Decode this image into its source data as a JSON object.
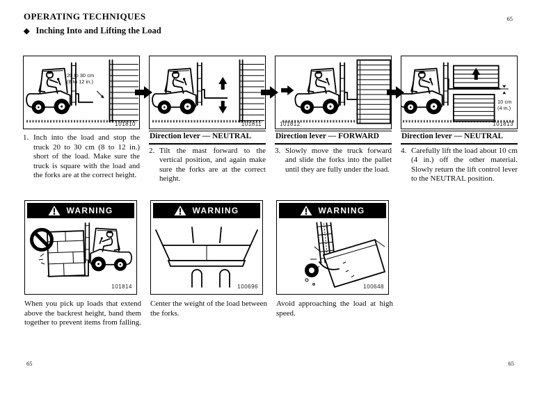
{
  "page": {
    "title": "OPERATING TECHNIQUES",
    "bullet": "◆",
    "section_title": "Inching Into and Lifting the Load",
    "page_number_top_right": "65",
    "page_number_bottom_left": "65",
    "page_number_bottom_right": "65"
  },
  "steps": [
    {
      "figure_number": "101810",
      "label_line1": "20 to 30 cm",
      "label_line2": "(8 to 12 in.)",
      "number": "1.",
      "caption": "Inch into the load and stop the truck 20 to 30 cm (8 to 12 in.) short of the load. Make sure the truck is square with the load and the forks are at the correct height."
    },
    {
      "figure_number": "101811",
      "heading": "Direction lever — NEUTRAL",
      "number": "2.",
      "caption": "Tilt the mast forward to the vertical position, and again make sure the forks are at the correct height."
    },
    {
      "figure_number": "101812",
      "heading": "Direction lever — FORWARD",
      "number": "3.",
      "caption": "Slowly move the truck forward and slide the forks into the pallet until they are fully under the load."
    },
    {
      "figure_number": "101813",
      "label_line1": "10 cm",
      "label_line2": "(4 in.)",
      "heading": "Direction lever — NEUTRAL",
      "number": "4.",
      "caption": "Carefully lift the load about 10 cm (4 in.) off the other material. Slowly return the lift control lever to the NEUTRAL position."
    }
  ],
  "warnings": [
    {
      "header": "WARNING",
      "figure_number": "101814",
      "caption": "When you pick up loads that extend above the backrest height, band them together to prevent items from falling."
    },
    {
      "header": "WARNING",
      "figure_number": "100696",
      "caption": "Center the weight of the load between the forks."
    },
    {
      "header": "WARNING",
      "figure_number": "100648",
      "caption": "Avoid approaching the load at high speed."
    }
  ]
}
